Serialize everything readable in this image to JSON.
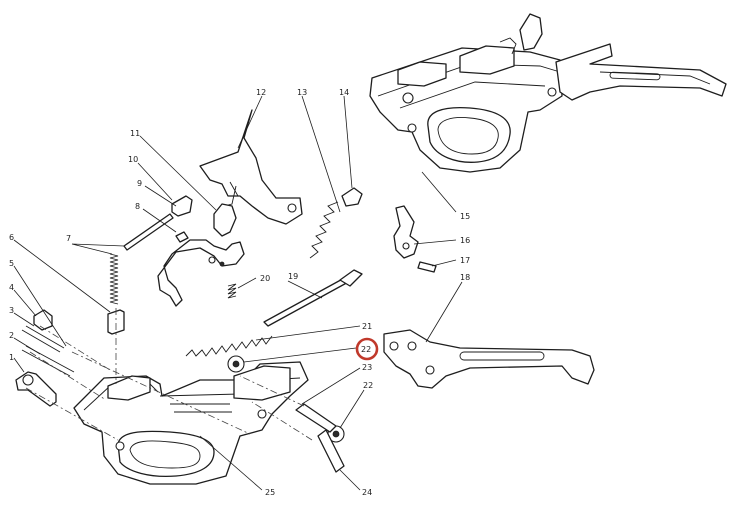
{
  "colors": {
    "line": "#1e1e1e",
    "highlight": "#c0392b",
    "background": "#ffffff"
  },
  "callouts": {
    "c1": "1",
    "c2": "2",
    "c3": "3",
    "c4": "4",
    "c5": "5",
    "c6": "6",
    "c7": "7",
    "c8": "8",
    "c9": "9",
    "c10": "10",
    "c11": "11",
    "c12": "12",
    "c13": "13",
    "c14": "14",
    "c15": "15",
    "c16": "16",
    "c17": "17",
    "c18": "18",
    "c19": "19",
    "c20": "20",
    "c21": "21",
    "c22a": "22",
    "c22b": "22",
    "c23": "23",
    "c24": "24",
    "c25": "25"
  },
  "highlighted_callout": "22"
}
